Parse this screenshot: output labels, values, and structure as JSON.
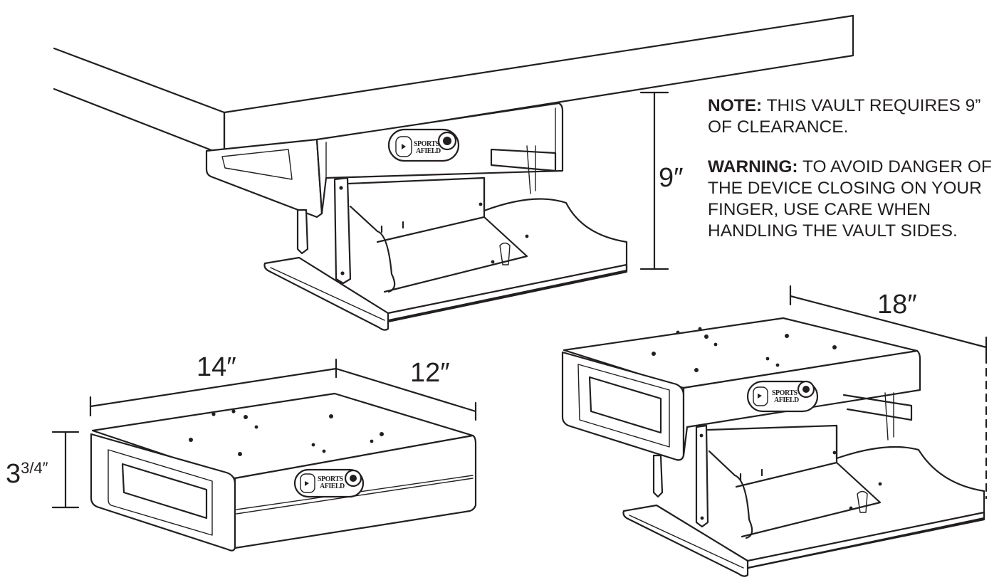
{
  "dimensions": {
    "clearance": "9″",
    "width": "14″",
    "depth": "12″",
    "height_whole": "3",
    "height_fraction": "3/4″",
    "extended_depth": "18″"
  },
  "notes": {
    "note_label": "NOTE:",
    "note_text": " THIS VAULT REQUIRES 9” OF CLEARANCE.",
    "warning_label": "WARNING:",
    "warning_text": " TO AVOID DANGER OF THE DEVICE CLOSING ON YOUR FINGER, USE CARE WHEN HANDLING THE VAULT SIDES."
  },
  "logo": {
    "line1": "SPORTS",
    "line2": "AFIELD"
  },
  "colors": {
    "ink": "#231f20",
    "background": "#ffffff"
  }
}
